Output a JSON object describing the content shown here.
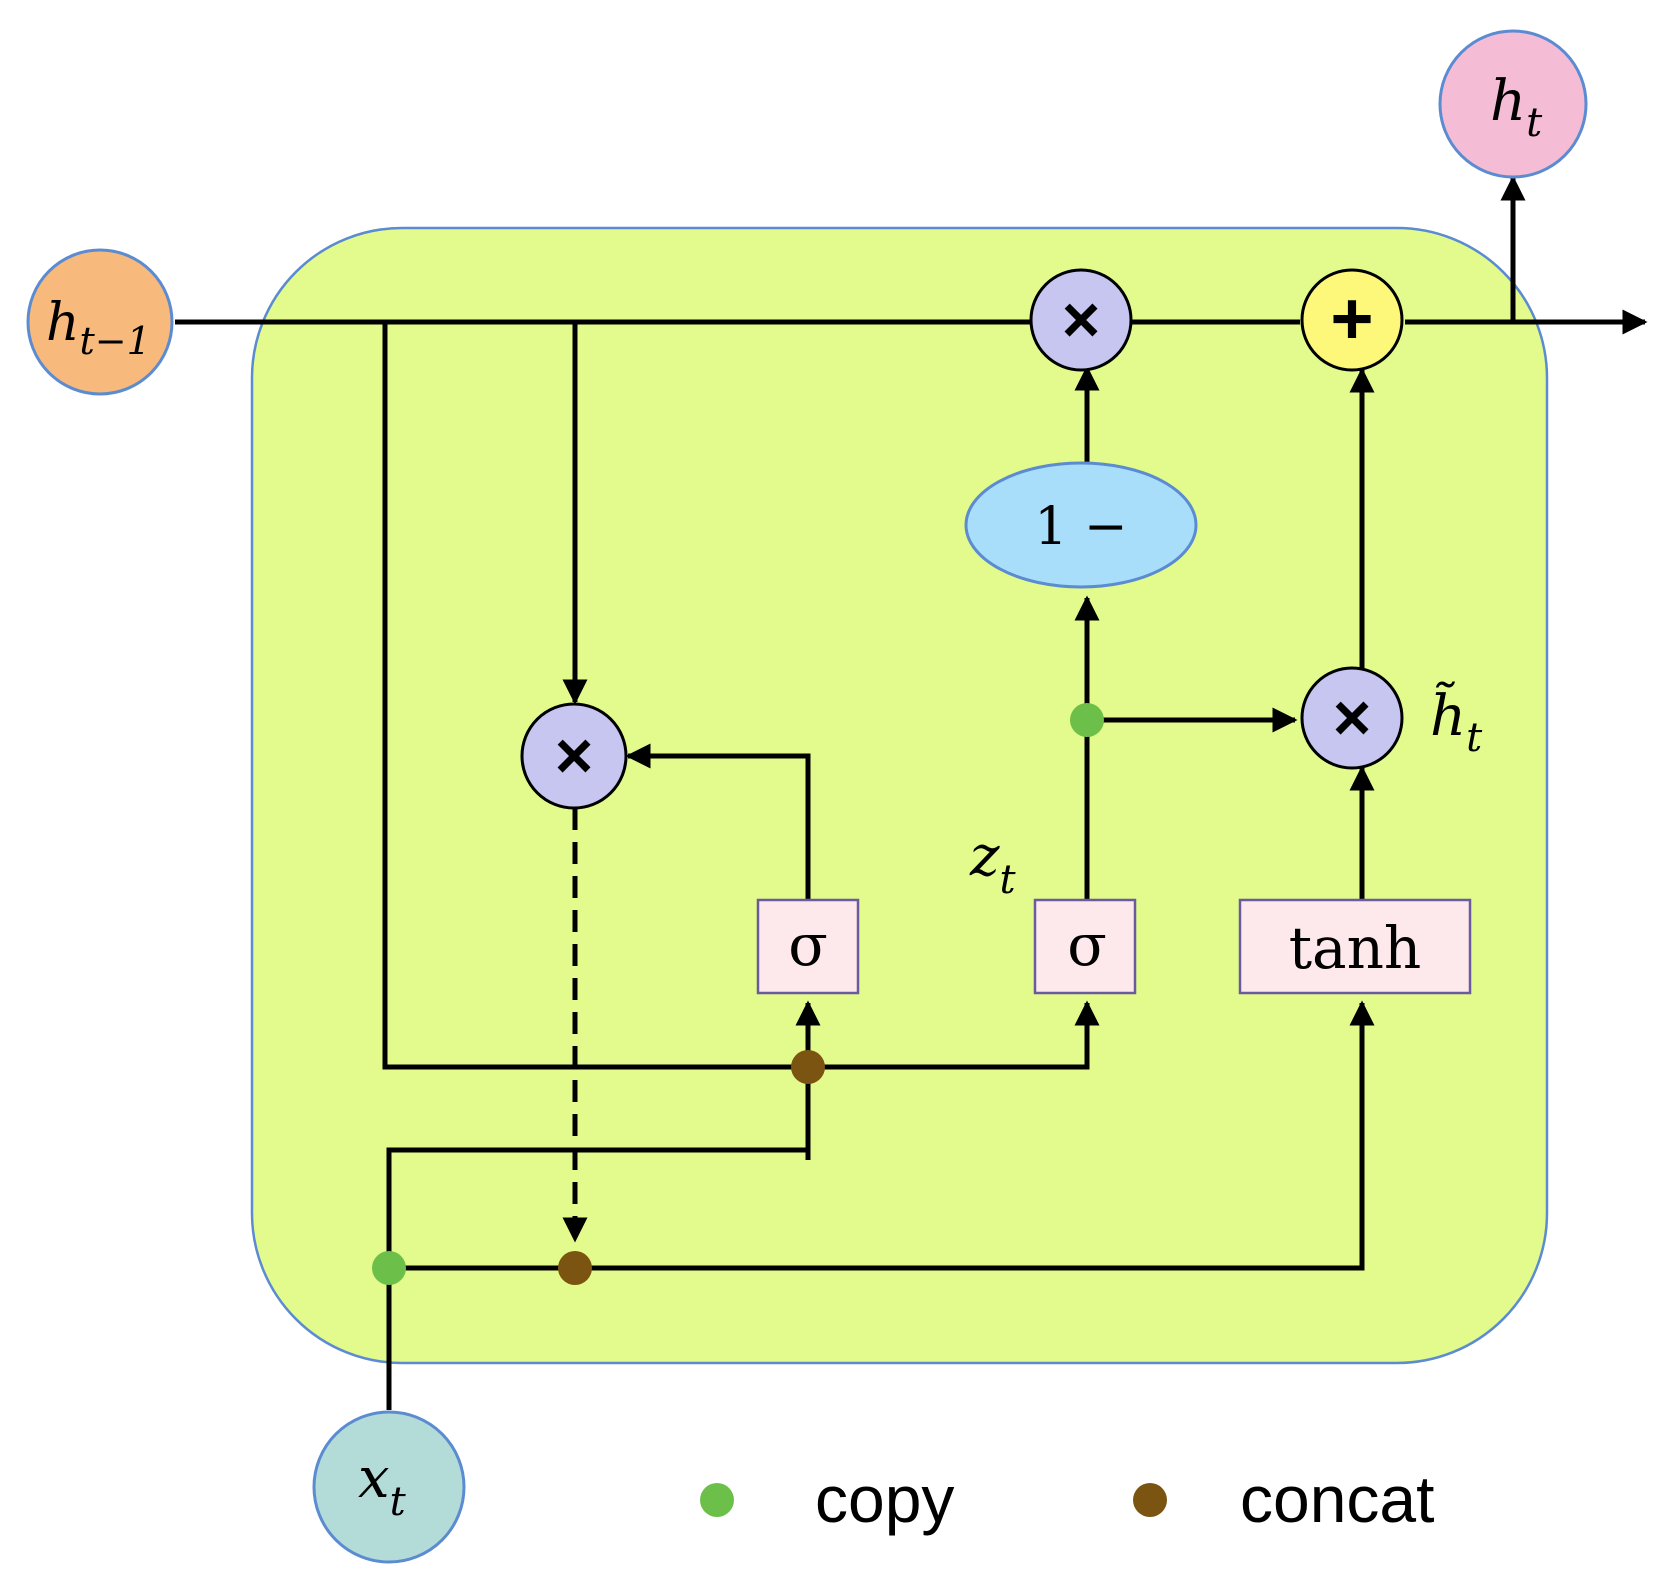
{
  "diagram": {
    "inputs": {
      "h_prev": {
        "base": "h",
        "sub": "t−1"
      },
      "x": {
        "base": "x",
        "sub": "t"
      }
    },
    "output": {
      "base": "h",
      "sub": "t"
    },
    "labels": {
      "z": {
        "base": "z",
        "sub": "t"
      },
      "h_tilde": {
        "base": "h̃",
        "sub": "t"
      }
    },
    "operators": {
      "mult": "×",
      "add": "+",
      "one_minus": "1 −"
    },
    "gates": {
      "reset_sigma": "σ",
      "update_sigma": "σ",
      "tanh": "tanh"
    },
    "legend": {
      "copy": "copy",
      "concat": "concat"
    },
    "colors": {
      "cell_fill": "#e3fb8c",
      "cell_border": "#5b8bd0",
      "h_prev_fill": "#f8b97c",
      "h_out_fill": "#f5bcd6",
      "x_fill": "#b3dcd9",
      "one_minus_fill": "#a9defa",
      "mult_fill": "#c6c6f0",
      "add_fill": "#fdf77a",
      "copy_dot": "#6cc04a",
      "concat_dot": "#7a5410"
    }
  }
}
